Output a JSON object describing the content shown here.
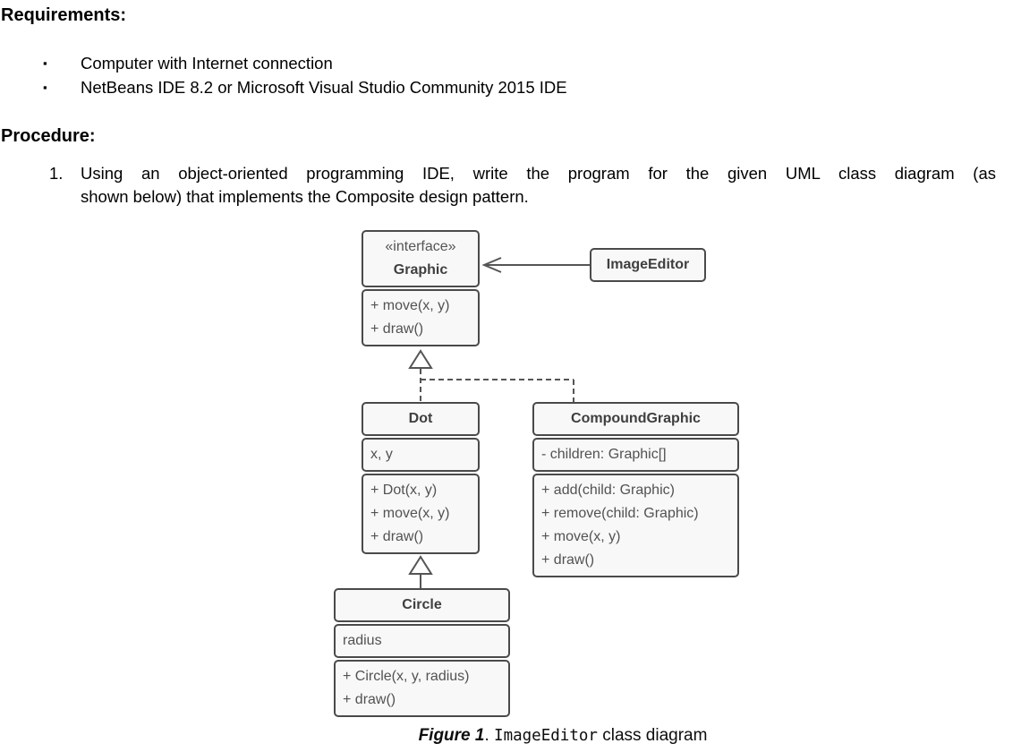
{
  "document": {
    "requirements": {
      "heading": "Requirements:",
      "bullet_char": "▪",
      "items": [
        "Computer with Internet connection",
        "NetBeans IDE 8.2 or Microsoft Visual Studio Community 2015 IDE"
      ]
    },
    "procedure": {
      "heading": "Procedure:",
      "step_number": "1.",
      "step_lines": [
        "Using an object-oriented programming IDE, write the program for the given UML class diagram (as",
        "shown below) that implements the Composite design pattern."
      ]
    }
  },
  "diagram": {
    "graphic": {
      "stereotype": "«interface»",
      "name": "Graphic",
      "methods": [
        "+ move(x, y)",
        "+ draw()"
      ]
    },
    "image_editor": {
      "name": "ImageEditor"
    },
    "dot": {
      "name": "Dot",
      "attributes": [
        "x, y"
      ],
      "methods": [
        "+ Dot(x, y)",
        "+ move(x, y)",
        "+ draw()"
      ]
    },
    "compound_graphic": {
      "name": "CompoundGraphic",
      "attributes": [
        "- children: Graphic[]"
      ],
      "methods": [
        "+ add(child: Graphic)",
        "+ remove(child: Graphic)",
        "+ move(x, y)",
        "+ draw()"
      ]
    },
    "circle": {
      "name": "Circle",
      "attributes": [
        "radius"
      ],
      "methods": [
        "+ Circle(x, y, radius)",
        "+ draw()"
      ]
    },
    "colors": {
      "box_fill": "#f8f8f8",
      "box_border": "#4a4a4a",
      "member_text": "#525252",
      "connector": "#555555"
    }
  },
  "caption": {
    "figure_label": "Figure 1",
    "period": ". ",
    "code": "ImageEditor",
    "suffix": " class diagram"
  }
}
